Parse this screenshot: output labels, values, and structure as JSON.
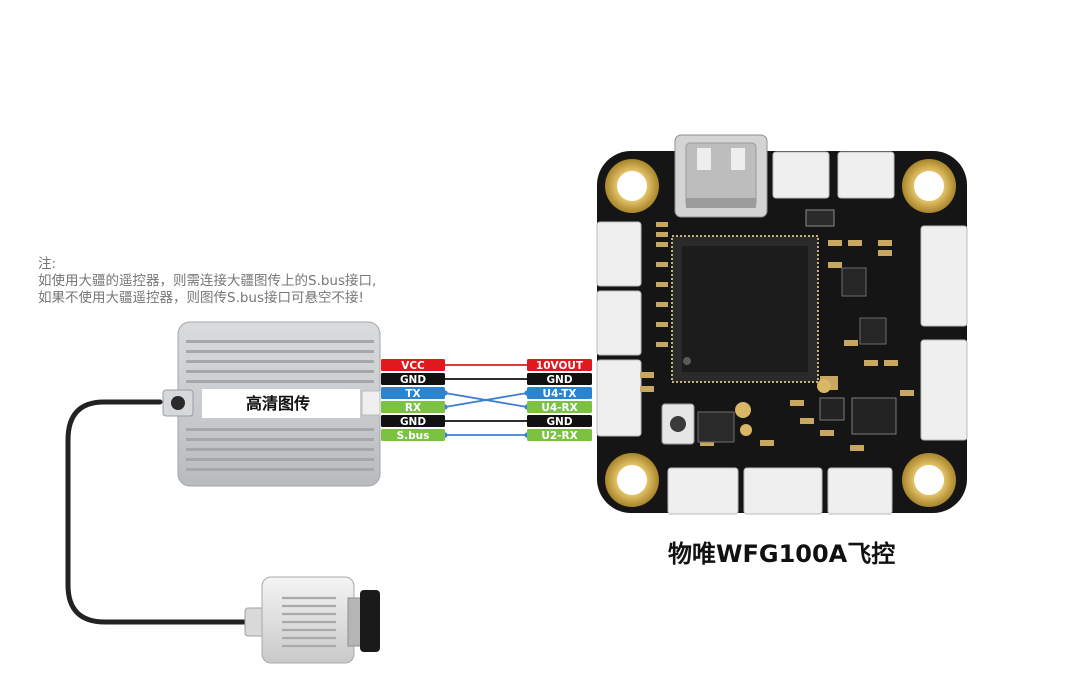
{
  "note": {
    "title": "注:",
    "line1": "如使用大疆的遥控器，则需连接大疆图传上的S.bus接口,",
    "line2": "如果不使用大疆遥控器，则图传S.bus接口可悬空不接!"
  },
  "vtx": {
    "label": "高清图传"
  },
  "flight_controller": {
    "title": "物唯WFG100A飞控"
  },
  "wiring": [
    {
      "left": "VCC",
      "right": "10VOUT",
      "color": "#e0191f",
      "link": "straight"
    },
    {
      "left": "GND",
      "right": "GND",
      "color": "#111111",
      "link": "straight"
    },
    {
      "left": "TX",
      "right": "U4-TX",
      "color": "#2b84cf",
      "link": "cross-down"
    },
    {
      "left": "RX",
      "right": "U4-RX",
      "color": "#7cc242",
      "link": "cross-up"
    },
    {
      "left": "GND",
      "right": "GND",
      "color": "#111111",
      "link": "straight"
    },
    {
      "left": "S.bus",
      "right": "U2-RX",
      "color": "#7cc242",
      "link": "straight"
    }
  ],
  "colors": {
    "pcb": "#151515",
    "pad_gold": "#c9a23a",
    "vtx_body": "#c8cacc",
    "connector": "#eeeeee",
    "bus_wire": "#3d7fd4",
    "power_wire": "#e0191f"
  }
}
